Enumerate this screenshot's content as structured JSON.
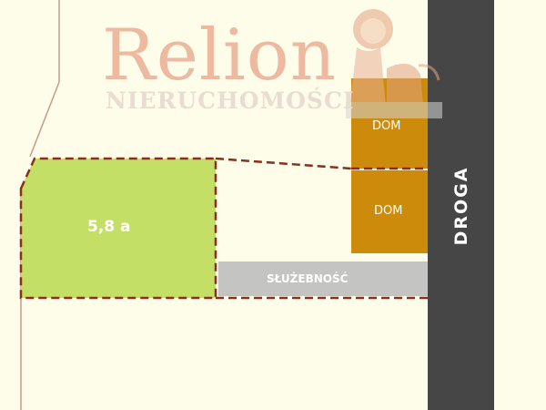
{
  "watermark": {
    "brand": "Relion",
    "subtitle": "NIERUCHOMOŚCI"
  },
  "plot": {
    "area_label": "5,8 a"
  },
  "buildings": [
    {
      "label": "DOM"
    },
    {
      "label": "DOM"
    }
  ],
  "easement": {
    "label": "SŁUŻEBNOŚĆ"
  },
  "road": {
    "label": "DROGA"
  },
  "colors": {
    "background": "#fefde9",
    "plot_fill": "#c4df66",
    "house_fill": "#cd8b0c",
    "easement_fill": "#c4c4c2",
    "road_fill": "#464646",
    "boundary_dash": "#8e2d1a",
    "parcel_line": "#c9998a"
  }
}
